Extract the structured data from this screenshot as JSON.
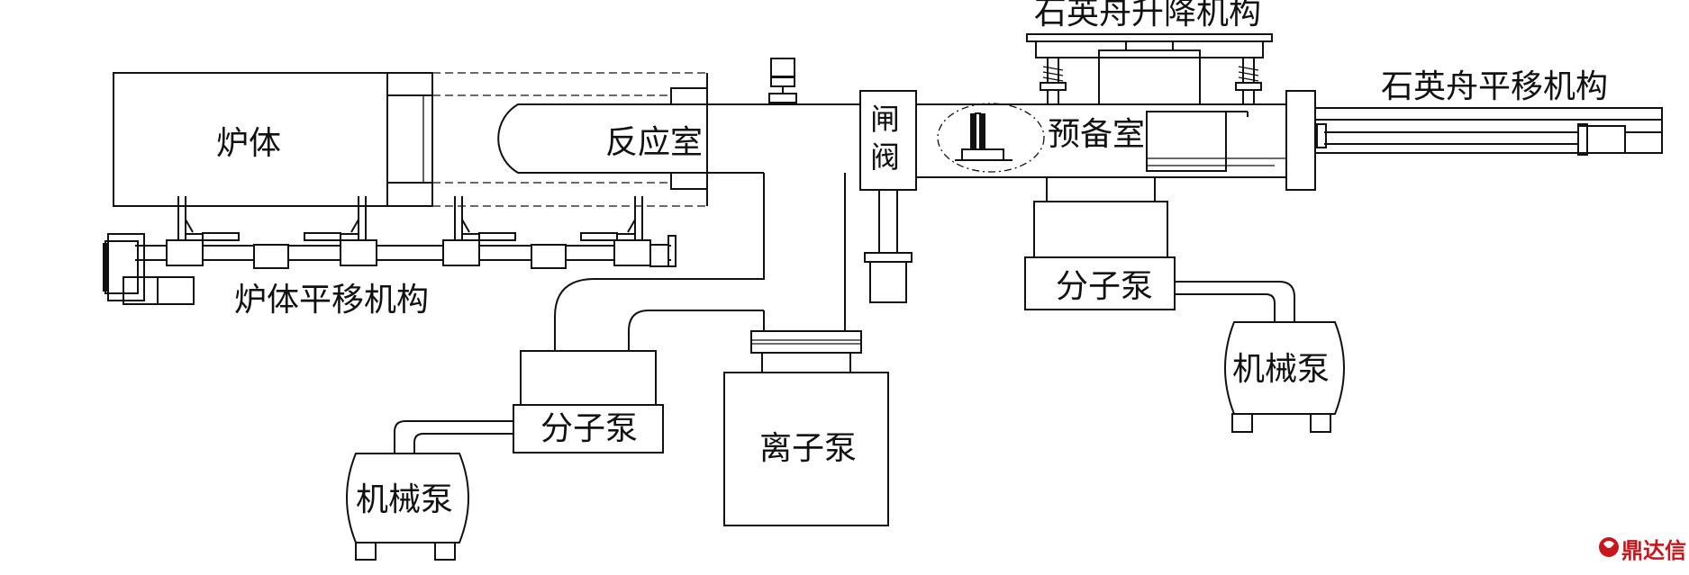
{
  "labels": {
    "furnace_body": "炉体",
    "reaction_chamber": "反应室",
    "furnace_translation": "炉体平移机构",
    "gate_valve_line1": "闸",
    "gate_valve_line2": "阀",
    "prep_chamber": "预备室",
    "boat_lift": "石英舟升降机构",
    "boat_translation": "石英舟平移机构",
    "molecular_pump_right": "分子泵",
    "mechanical_pump_right": "机械泵",
    "molecular_pump_left": "分子泵",
    "mechanical_pump_left": "机械泵",
    "ion_pump": "离子泵"
  },
  "watermark": {
    "text": "鼎达信",
    "color": "#c8161d"
  }
}
